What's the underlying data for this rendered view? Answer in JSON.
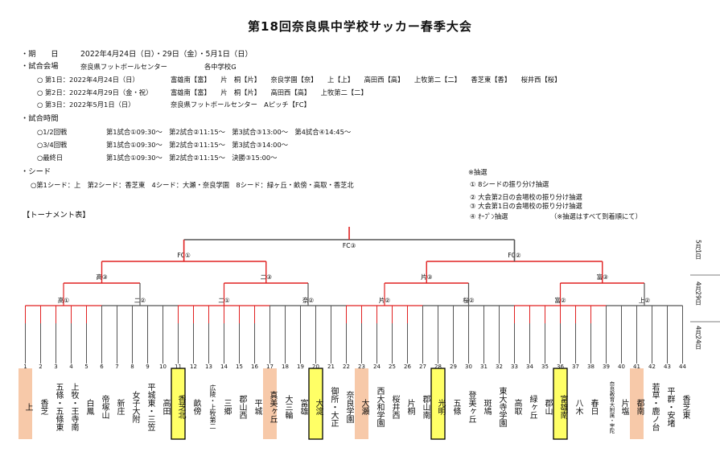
{
  "title": "第18回奈良県中学校サッカー春季大会",
  "info": {
    "period_label": "・期　　日",
    "period": "2022年4月24日（日）・29日（金）・5月1日（日）",
    "venue_label": "・試合会場",
    "venue_main": "奈良県フットボールセンター",
    "venue_sub": "各中学校G",
    "day1": "○ 第1日：2022年4月24日（日）",
    "day1_v": "富雄南【富】　　片　桐【片】　　奈良学園【奈】　　上【上】　　高田西【高】　　上牧第二【二】　　香芝東【香】　　桜井西【桜】",
    "day2": "○ 第2日：2022年4月29日（金・祝）",
    "day2_v": "富雄南【富】　　片　桐【片】　　高田西【高】　　上牧第二【二】",
    "day3": "○ 第3日：2022年5月1日（日）",
    "day3_v": "奈良県フットボールセンター　Aピッチ【FC】",
    "time_label": "・試合時間",
    "t1": "○1/2回戦",
    "t1_v": "第1試合①09:30～　第2試合②11:15～　第3試合③13:00～　第4試合④14:45～",
    "t2": "○3/4回戦",
    "t2_v": "第1試合①09:30～　第2試合②11:15～　第3試合③14:00～",
    "t3": "○最終日",
    "t3_v": "第1試合①09:30～　第2試合②11:15～　決勝③15:00～",
    "seed_label": "・シード",
    "seed_v": "○第1シード：上　第2シード：香芝東　4シード：大瀬・奈良学園　8シード：緑ヶ丘・畝傍・高取・香芝北",
    "lot_label": "※抽選",
    "lot1": "① 8シードの振り分け抽選",
    "lot2": "② 大会第2日の会場校の振り分け抽選",
    "lot3": "③ 大会第1日の会場校の振り分け抽選",
    "lot4": "④ ｵｰﾌﾟﾝ抽選",
    "lot_note": "（※抽選はすべて到着順にて）",
    "tourney_label": "【トーナメント表】"
  },
  "bracket": {
    "final": "FC③",
    "semi1": "FC①",
    "semi2": "FC②",
    "q": [
      "高③",
      "二③",
      "片③",
      "富③"
    ],
    "r2": [
      "高①",
      "二②",
      "二①",
      "奈②",
      "片②",
      "桜②",
      "富②",
      "上②"
    ],
    "dates": [
      "5月1日",
      "4月29日",
      "4月24日"
    ],
    "highlights": {
      "yellow": [
        11,
        20,
        28,
        36
      ],
      "peach": [
        1,
        17,
        23,
        41
      ]
    }
  },
  "teams": [
    {
      "n": "1",
      "t": "上"
    },
    {
      "n": "2",
      "t": "香芝"
    },
    {
      "n": "3",
      "t": "五條・五條東"
    },
    {
      "n": "4",
      "t": "上牧・王寺南"
    },
    {
      "n": "5",
      "t": "白鳳"
    },
    {
      "n": "6",
      "t": "帝塚山"
    },
    {
      "n": "7",
      "t": "新庄"
    },
    {
      "n": "8",
      "t": "女子大附"
    },
    {
      "n": "9",
      "t": "平城東・三笠"
    },
    {
      "n": "10",
      "t": "高田"
    },
    {
      "n": "11",
      "t": "香芝北"
    },
    {
      "n": "12",
      "t": "畝傍"
    },
    {
      "n": "13",
      "t": "広陵・上牧第二"
    },
    {
      "n": "14",
      "t": "三郷"
    },
    {
      "n": "15",
      "t": "郡山西"
    },
    {
      "n": "16",
      "t": "平城"
    },
    {
      "n": "17",
      "t": "真美ヶ丘"
    },
    {
      "n": "18",
      "t": "大三輪"
    },
    {
      "n": "19",
      "t": "富雄"
    },
    {
      "n": "20",
      "t": "大淀"
    },
    {
      "n": "21",
      "t": "御所・大正"
    },
    {
      "n": "22",
      "t": "奈良学園"
    },
    {
      "n": "23",
      "t": "大瀬"
    },
    {
      "n": "24",
      "t": "西大和学園"
    },
    {
      "n": "25",
      "t": "桜井西"
    },
    {
      "n": "26",
      "t": "片桐"
    },
    {
      "n": "27",
      "t": "郡山南"
    },
    {
      "n": "28",
      "t": "光明"
    },
    {
      "n": "29",
      "t": "五條"
    },
    {
      "n": "30",
      "t": "登美ヶ丘"
    },
    {
      "n": "31",
      "t": "斑鳩"
    },
    {
      "n": "32",
      "t": "東大寺学園"
    },
    {
      "n": "33",
      "t": "高取"
    },
    {
      "n": "34",
      "t": "緑ヶ丘"
    },
    {
      "n": "35",
      "t": "郡山"
    },
    {
      "n": "36",
      "t": "富雄南"
    },
    {
      "n": "37",
      "t": "八木"
    },
    {
      "n": "38",
      "t": "春日"
    },
    {
      "n": "39",
      "t": "奈良教育大附属・宇陀"
    },
    {
      "n": "40",
      "t": "片塩"
    },
    {
      "n": "41",
      "t": "都南"
    },
    {
      "n": "42",
      "t": "若草・鹿ノ台"
    },
    {
      "n": "43",
      "t": "平群・安堵"
    },
    {
      "n": "44",
      "t": "香芝東"
    }
  ]
}
